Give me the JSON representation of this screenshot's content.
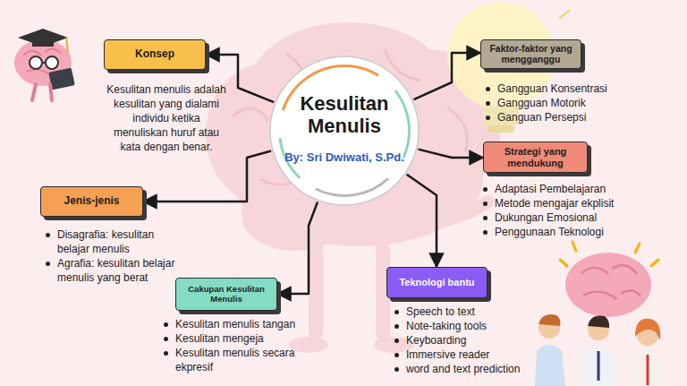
{
  "diagram": {
    "nodes": [
      {
        "text": [
          "Kesulitan Menulis",
          "By: Sri Dwiwati, S.Pd."
        ]
      },
      {
        "text": [
          "Konsep",
          "Kesulitan menulis adalah kesulitan yang dialami individu ketika menuliskan huruf atau kata dengan benar."
        ]
      },
      {
        "text": [
          "Faktor-faktor yang mengganggu",
          "Gangguan Konsentrasi",
          "Gangguan Motorik",
          "Ganguan Persepsi"
        ]
      },
      {
        "text": [
          "Strategi yang mendukung",
          "Adaptasi Pembelajaran",
          "Metode mengajar ekplisit",
          "Dukungan Emosional",
          "Penggunaan Teknologi"
        ]
      },
      {
        "text": [
          "Jenis-jenis",
          "Disagrafia: kesulitan belajar menulis",
          "Agrafia: kesulitan belajar menulis yang berat"
        ]
      },
      {
        "text": [
          "Cakupan Kesulitan Menulis",
          "Kesulitan menulis tangan",
          "Kesulitan mengeja",
          "Kesulitan menulis secara ekpresif"
        ]
      },
      {
        "text": [
          "Teknologi bantu",
          "Speech to text",
          "Note-taking tools",
          "Keyboarding",
          "Immersive reader",
          "word and text prediction"
        ]
      }
    ],
    "edges": [
      {
        "from": 0,
        "to": 1,
        "arrow": "to"
      },
      {
        "from": 0,
        "to": 2,
        "arrow": "to"
      },
      {
        "from": 0,
        "to": 3,
        "arrow": "to"
      },
      {
        "from": 0,
        "to": 4,
        "arrow": "to"
      },
      {
        "from": 0,
        "to": 5,
        "arrow": "to"
      },
      {
        "from": 0,
        "to": 6,
        "arrow": "to"
      }
    ]
  }
}
